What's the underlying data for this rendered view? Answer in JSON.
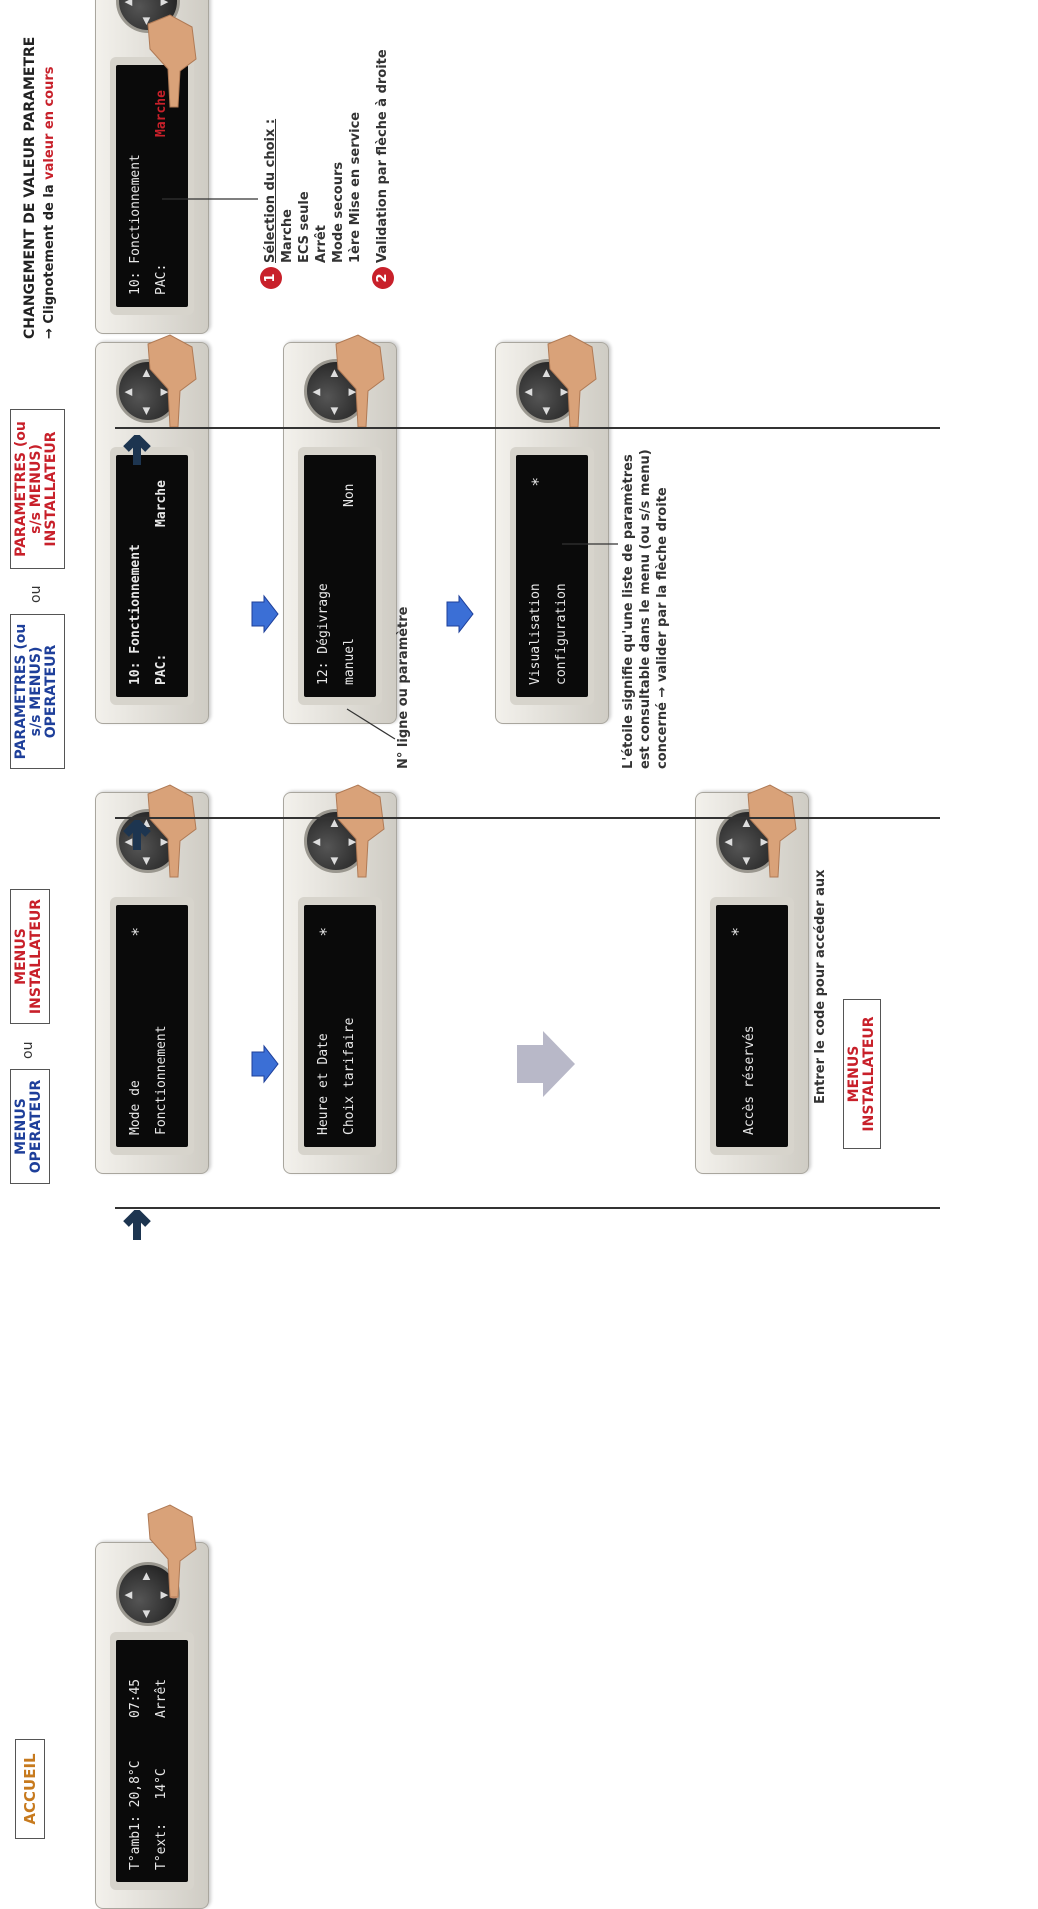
{
  "headers": {
    "accueil": "ACCUEIL",
    "menus_operateur": "MENUS OPERATEUR",
    "menus_installateur": "MENUS INSTALLATEUR",
    "ou_1": "ou",
    "params_operateur": "PARAMETRES (ou s/s MENUS) OPERATEUR",
    "params_installateur": "PARAMETRES (ou s/s MENUS) INSTALLATEUR",
    "ou_2": "ou",
    "change_title": "CHANGEMENT DE VALEUR PARAMETRE",
    "change_sub_prefix": "→ Clignotement de la",
    "change_sub_highlight": "valeur en cours"
  },
  "screens": {
    "accueil": {
      "l1a": "T°amb1: 20,8°C",
      "l1b": "07:45",
      "l2a": "T°ext:   14°C",
      "l2b": "Arrêt"
    },
    "mode": {
      "l1": "Mode de",
      "l2": "Fonctionnement",
      "star": "*"
    },
    "heure": {
      "l1": "Heure et Date",
      "l2": "Choix tarifaire",
      "star": "*"
    },
    "acces": {
      "l1": "Accès réservés",
      "star": "*"
    },
    "fonct_bold": {
      "l1": "10: Fonctionnement",
      "l2a": "PAC:",
      "l2b": "Marche"
    },
    "degivrage": {
      "l1": "12: Dégivrage",
      "l2a": "manuel",
      "l2b": "Non"
    },
    "visu": {
      "l1": "Visualisation",
      "l2": "configuration",
      "star": "*"
    },
    "fonct_blink": {
      "l1": "10: Fonctionnement",
      "l2a": "PAC:",
      "l2b": "Marche"
    }
  },
  "notes": {
    "code_text": "Entrer le code pour accéder aux",
    "code_box": "MENUS INSTALLATEUR",
    "ligne": "N° ligne ou paramètre",
    "etoile_1": "L'étoile signifie qu'une liste de paramètres",
    "etoile_2": "est consultable dans le menu (ou s/s menu)",
    "etoile_3": "concerné → valider par la flèche droite",
    "selection_title": "Sélection du choix :",
    "choices": [
      "Marche",
      "ECS seule",
      "Arrêt",
      "Mode secours",
      "1ère Mise en service"
    ],
    "validation": "Validation par flèche à droite",
    "num1": "1",
    "num2": "2"
  },
  "colors": {
    "blue": "#1e3f9a",
    "red": "#c8202a",
    "orange": "#c77a1e",
    "screen": "#0a0a0a",
    "arrow_blue": "#3b6fd6",
    "arrow_dark": "#1d3550"
  }
}
